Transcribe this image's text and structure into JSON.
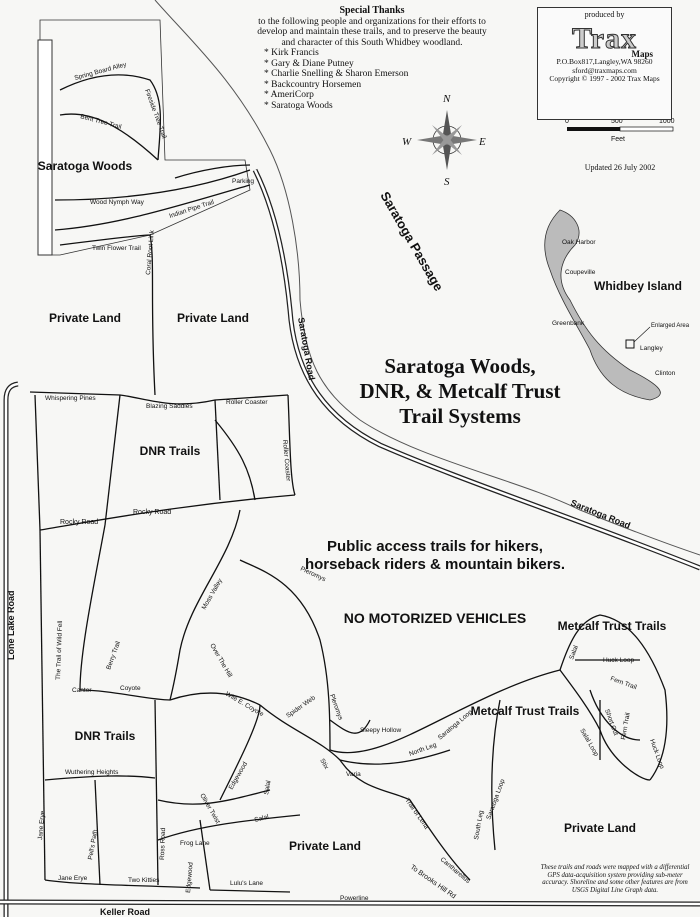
{
  "thanks": {
    "title": "Special Thanks",
    "intro": "to the following people and organizations for their efforts to develop and maintain these trails, and to preserve the beauty and character of this South Whidbey woodland.",
    "items": [
      "Kirk Francis",
      "Gary & Diane Putney",
      "Charlie Snelling & Sharon Emerson",
      "Backcountry Horsemen",
      "AmeriCorp",
      "Saratoga Woods"
    ]
  },
  "logo": {
    "produced_by": "produced by",
    "brand": "Trax",
    "maps": "Maps",
    "address": "P.O.Box817,Langley,WA 98260",
    "email": "sford@traxmaps.com",
    "copyright": "Copyright © 1997 - 2002 Trax Maps"
  },
  "scale": {
    "ticks": [
      "0",
      "500",
      "1000"
    ],
    "unit": "Feet"
  },
  "updated": "Updated 26 July 2002",
  "compass": {
    "n": "N",
    "s": "S",
    "e": "E",
    "w": "W"
  },
  "title": {
    "line1": "Saratoga Woods,",
    "line2": "DNR, & Metcalf Trust",
    "line3": "Trail Systems"
  },
  "public_access": "Public access trails for hikers, horseback riders & mountain bikers.",
  "no_motor": "NO MOTORIZED VEHICLES",
  "inset": {
    "island": "Whidbey Island",
    "towns": [
      "Oak Harbor",
      "Coupeville",
      "Greenbank",
      "Langley",
      "Clinton"
    ],
    "enlarged": "Enlarged Area"
  },
  "areas": {
    "saratoga_woods": "Saratoga Woods",
    "private_land": "Private Land",
    "dnr_trails": "DNR Trails",
    "metcalf_trails": "Metcalf Trust Trails",
    "saratoga_passage": "Saratoga Passage"
  },
  "roads": {
    "saratoga_road": "Saratoga Road",
    "lone_lake_road": "Lone Lake Road",
    "keller_road": "Keller Road",
    "rocky_road": "Rocky Road",
    "to_brooks_hill": "To Brooks Hill Rd"
  },
  "trails": {
    "spring_board_alley": "Spring Board Alley",
    "bent_tree": "Bent Tree Trail",
    "fireside": "Fireside Tree Trail",
    "wood_nymph": "Wood Nymph Way",
    "indian_pipe": "Indian Pipe Trail",
    "twin_flower": "Twin Flower Trail",
    "parking": "Parking",
    "coral_root": "Coral Root Link",
    "whispering_pines": "Whispering Pines",
    "blazing_saddles": "Blazing Saddles",
    "roller_coaster": "Roller Coaster",
    "trail_of_wild_fell": "The Trail of Wild Fell",
    "canter": "Canter",
    "berry_trail": "Berry Trail",
    "coyote": "Coyote",
    "wile_e_coyote": "Wile E. Coyote",
    "moss_valley": "Moss Valley",
    "over_the_hill": "Over The Hill",
    "pleromys": "Pleromys",
    "spider_web": "Spider Web",
    "sleepy_hollow": "Sleepy Hollow",
    "north_leg": "North Leg",
    "saratoga_loop": "Saratoga Loop",
    "south_leg": "South Leg",
    "varia": "Varia",
    "stix": "Stix",
    "trail_of_lena": "Trail of Lena",
    "canthar": "Cantharellus",
    "wuthering_heights": "Wuthering Heights",
    "jane_erye": "Jane Erye",
    "pells_path": "Pell's Path",
    "two_kitties": "Two Kitties",
    "ross_road": "Ross Road",
    "frog_lane": "Frog Lane",
    "edgewood": "Edgewood",
    "lulus_lane": "Lulu's Lane",
    "oliver_twist": "Oliver Twist",
    "salal": "Salal",
    "powerline": "Powerline",
    "huck_loop": "Huck Loop",
    "fern_trail": "Fern Trail",
    "short_cut": "Short Cut",
    "salal_loop": "Salal Loop"
  },
  "accuracy_note": "These trails and roads were mapped with a differential GPS data-acquisition system providing sub-meter accuracy. Shoreline and some other features are from USGS Digital Line Graph data."
}
